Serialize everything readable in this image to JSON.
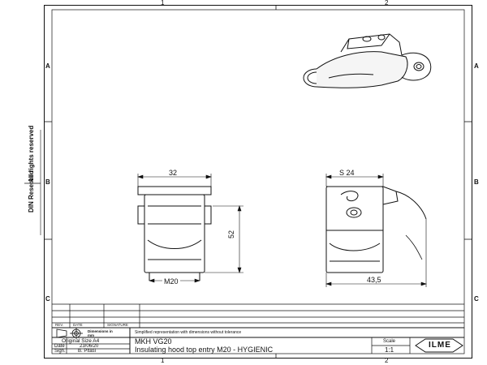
{
  "zones": {
    "top": [
      "1",
      "2"
    ],
    "bottom": [
      "1",
      "2"
    ],
    "left": [
      "A",
      "B",
      "C"
    ],
    "right": [
      "A",
      "B",
      "C"
    ]
  },
  "side": {
    "rights": "All rights reserved",
    "company": "DIN Reserved"
  },
  "dims": {
    "width_top": "32",
    "height": "52",
    "thread": "M20",
    "sw": "S 24",
    "length": "43,5"
  },
  "titleblock": {
    "rev_header": "REV.",
    "date_header": "DATE",
    "signature_header": "SIGNATURE",
    "dims_label": "Dimensions in mm",
    "note": "Simplified representation with dimensions without tolerance",
    "original_size": "Original Size A4",
    "date_label": "Date",
    "date_value": "23/06/20",
    "sign_label": "Sign.",
    "sign_value": "B. Pitasi",
    "part_code": "MKH VG20",
    "description": "Insulating hood top entry M20 - HYGIENIC",
    "scale_label": "Scale",
    "scale_value": "1:1",
    "logo_text": "ILME"
  }
}
